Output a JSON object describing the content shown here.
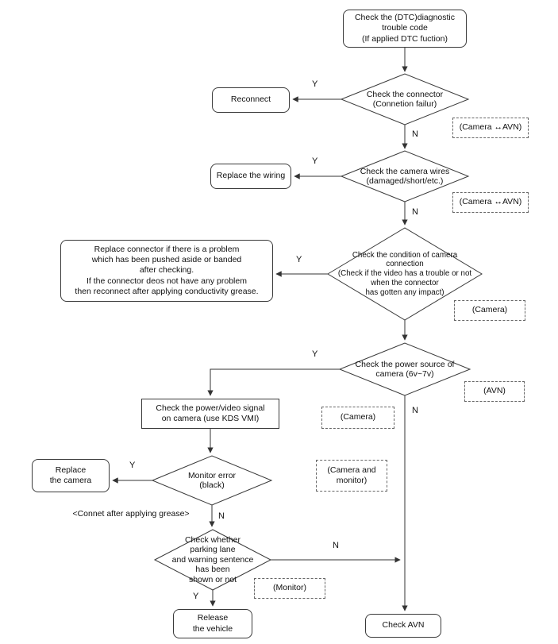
{
  "page": {
    "background": "#ffffff",
    "line_color": "#333333"
  },
  "labels": {
    "yes": "Y",
    "no": "N"
  },
  "nodes": {
    "start": "Check the (DTC)diagnostic\ntrouble code\n(If applied DTC fuction)",
    "check_connector": "Check the connector\n(Connetion failur)",
    "reconnect": "Reconnect",
    "camera_avn_1": "(Camera ↔AVN)",
    "check_wires": "Check the camera wires\n(damaged/short/etc.)",
    "replace_wiring": "Replace the wiring",
    "camera_avn_2": "(Camera ↔AVN)",
    "check_condition": "Check the condition of camera\nconnection\n(Check if the video has a trouble or not\nwhen the connector\nhas gotten any impact)",
    "replace_connector": "Replace connector if there is a problem\nwhich has been pushed aside or banded\nafter checking.\nIf the connector deos not have any problem\nthen reconnect after applying conductivity grease.",
    "camera_1": "(Camera)",
    "check_power_source": "Check the power source of\ncamera (6v~7v)",
    "avn": "(AVN)",
    "check_signal": "Check the power/video signal\non camera (use KDS VMI)",
    "camera_2": "(Camera)",
    "monitor_error": "Monitor error\n(black)",
    "replace_camera": "Replace\nthe camera",
    "camera_and_monitor": "(Camera and\nmonitor)",
    "grease_note": "<Connet after applying grease>",
    "check_parking_lane": "Check whether\nparking lane\nand warning sentence\nhas been\nshown or not",
    "monitor": "(Monitor)",
    "release_vehicle": "Release\nthe vehicle",
    "check_avn": "Check AVN"
  }
}
